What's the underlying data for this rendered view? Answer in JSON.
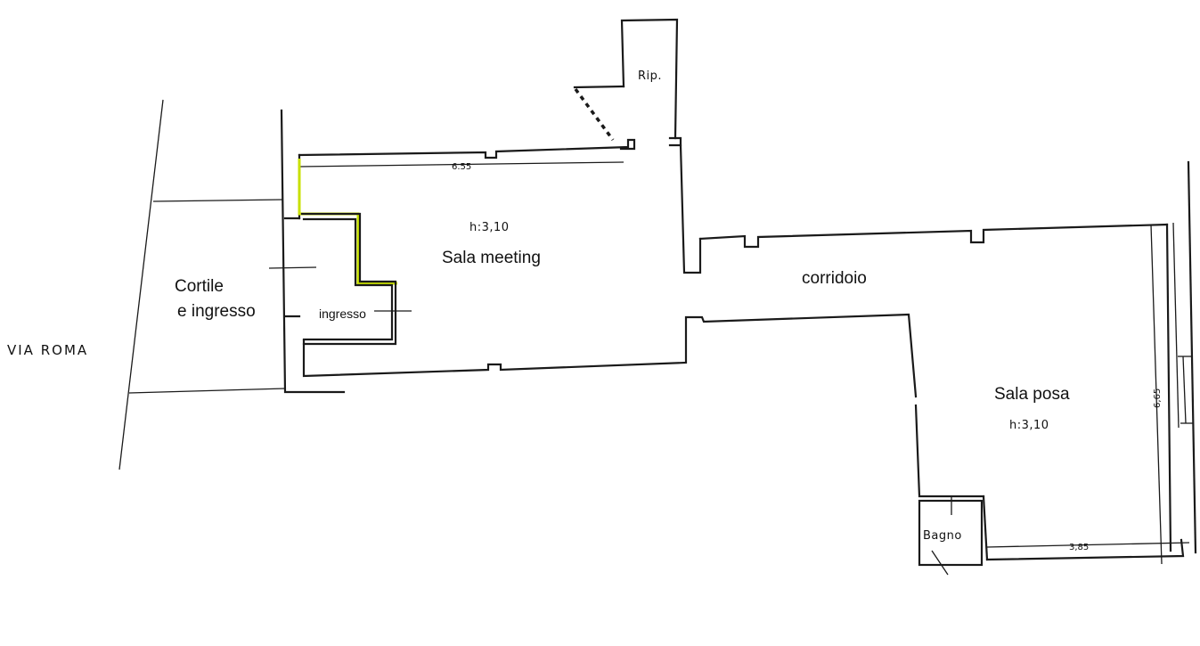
{
  "street": {
    "name": "VIA ROMA"
  },
  "rooms": {
    "cortile_line1": "Cortile",
    "cortile_line2": "e ingresso",
    "ingresso": "ingresso",
    "sala_meeting": "Sala meeting",
    "sala_meeting_height": "h:3,10",
    "ripostiglio": "Rip.",
    "corridoio": "corridoio",
    "sala_posa": "Sala posa",
    "sala_posa_height": "h:3,10",
    "bagno": "Bagno"
  },
  "dimensions": {
    "sala_meeting_width": "6.55",
    "sala_posa_depth": "6,65",
    "sala_posa_width": "3,85"
  },
  "colors": {
    "walls": "#1a1a1a",
    "highlight": "#c8e000",
    "background": "#ffffff"
  }
}
